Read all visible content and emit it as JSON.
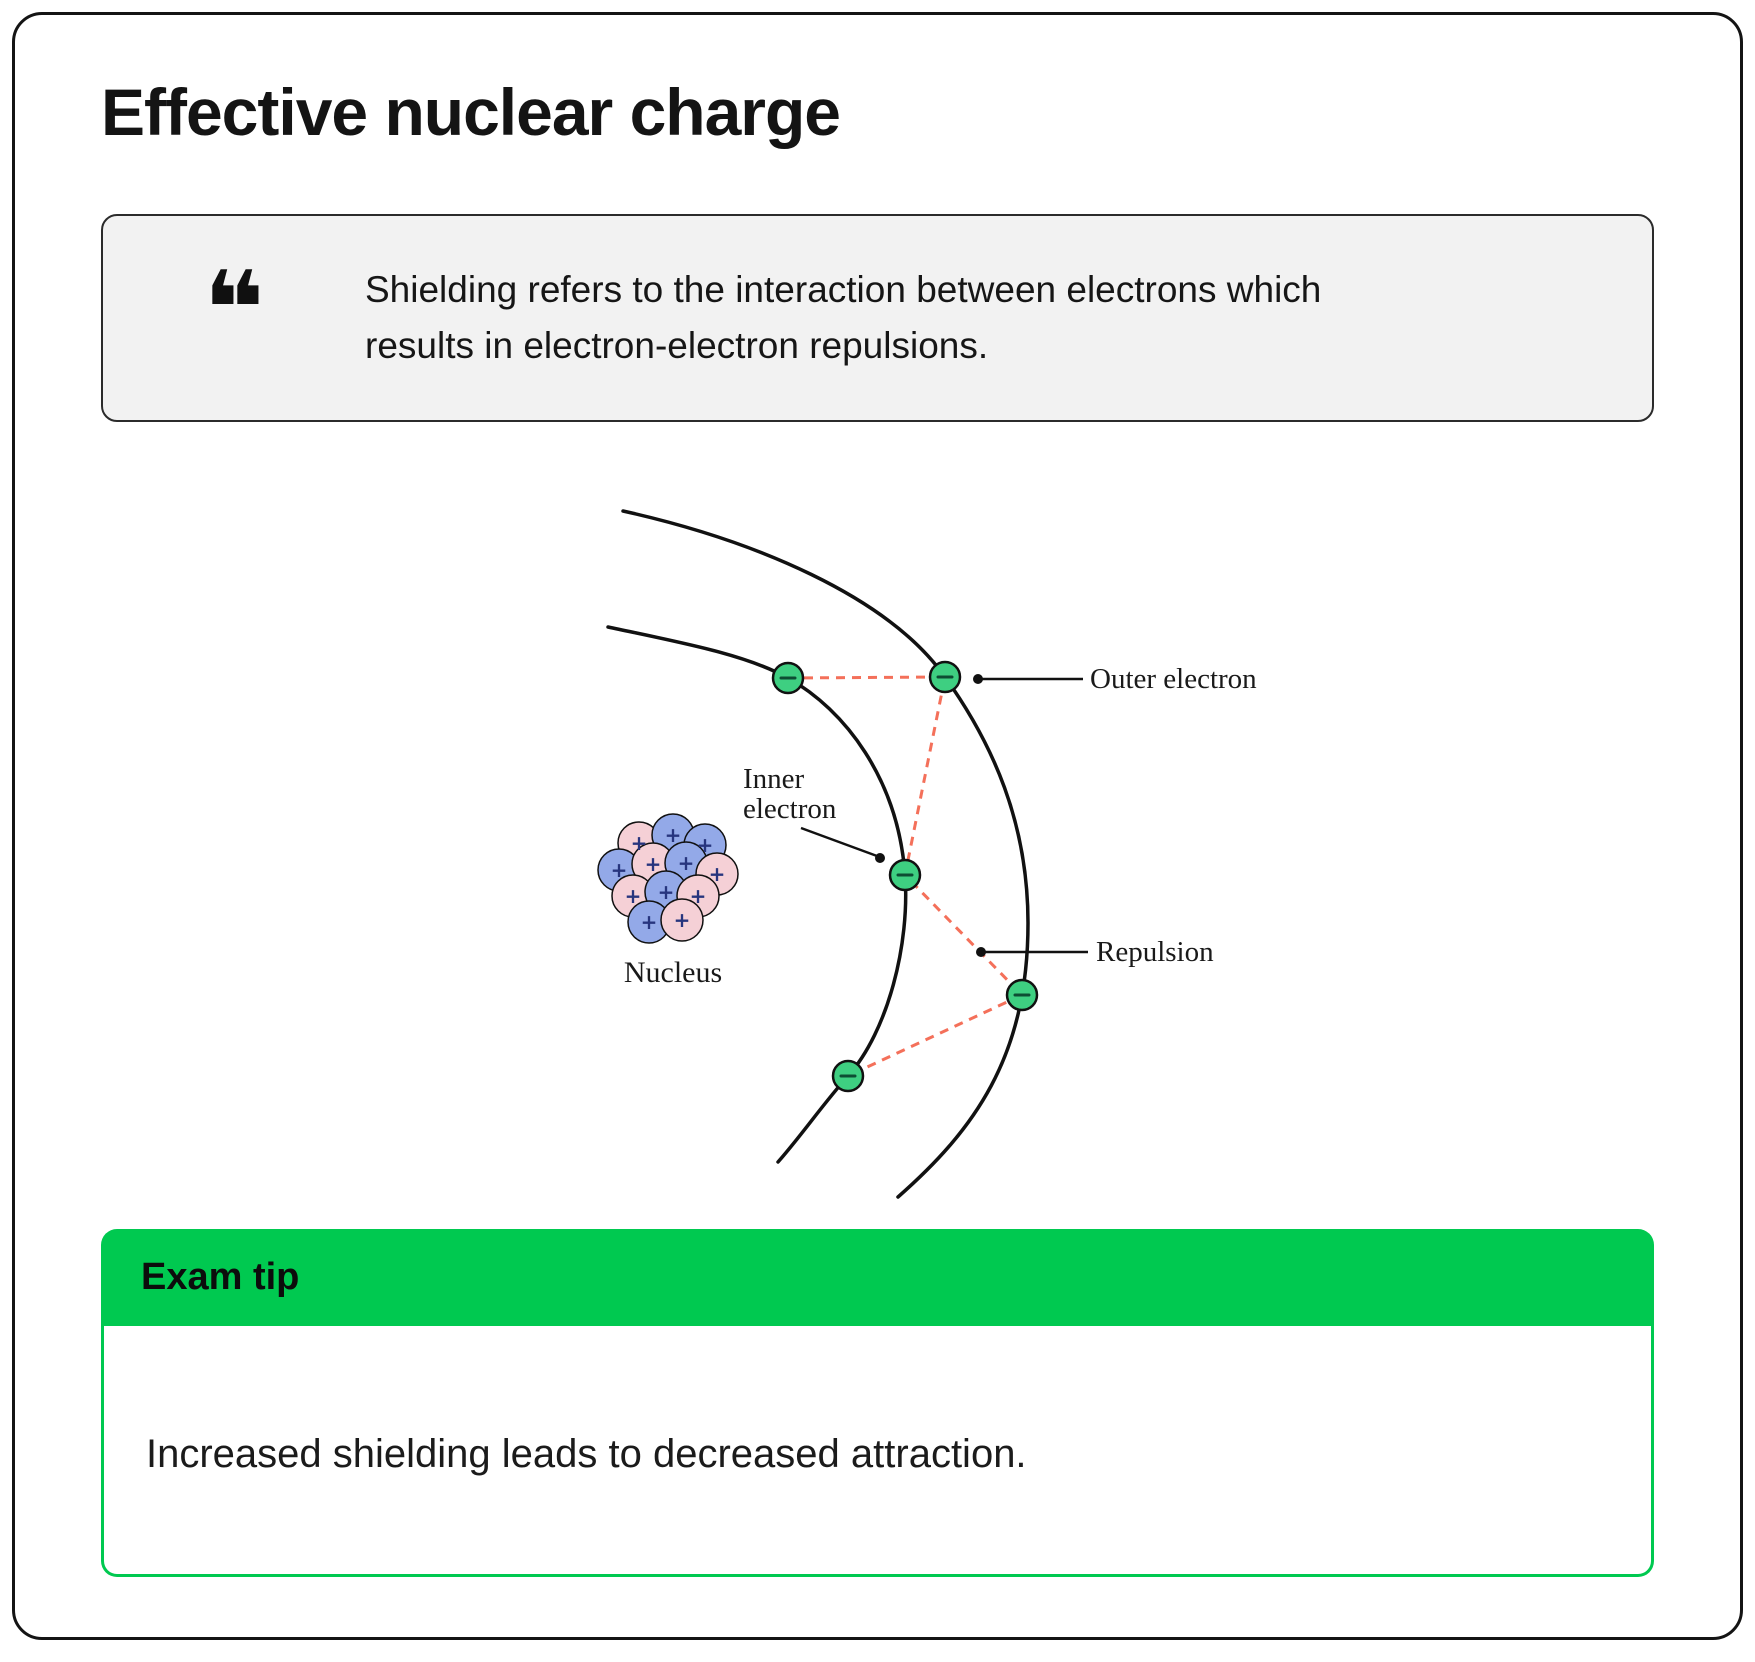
{
  "page": {
    "title": "Effective nuclear charge"
  },
  "quote": {
    "icon": "❝",
    "text": "Shielding refers to the interaction between electrons which results in electron-electron repulsions."
  },
  "diagram": {
    "labels": {
      "outer_electron": "Outer electron",
      "inner_electron_line1": "Inner",
      "inner_electron_line2": "electron",
      "repulsion": "Repulsion",
      "nucleus": "Nucleus"
    },
    "symbols": {
      "plus": "+"
    },
    "colors": {
      "shell_stroke": "#111111",
      "electron_fill": "#3ecf81",
      "electron_stroke": "#111111",
      "minus_color": "#0d4d33",
      "repulsion_line": "#f4705a",
      "nucleus_pink": "#f5d0d6",
      "nucleus_blue": "#93a9e8",
      "plus_color": "#27357e"
    }
  },
  "exam_tip": {
    "header": "Exam tip",
    "body": "Increased shielding leads to decreased attraction.",
    "accent_color": "#00c950",
    "header_text_color": "#0c0c0c"
  }
}
